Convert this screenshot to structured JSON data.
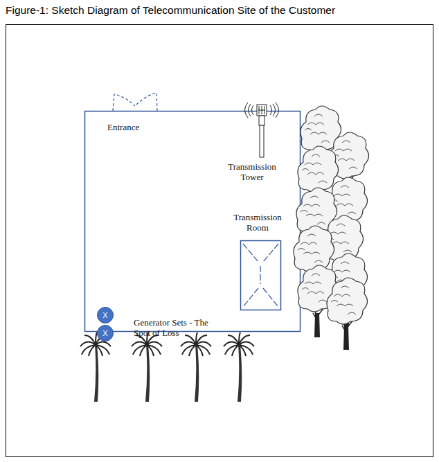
{
  "diagram": {
    "title": "Figure-1: Sketch Diagram of Telecommunication Site of the Customer",
    "nodes": [
      {
        "text": [
          "X"
        ]
      },
      {
        "text": [
          "X"
        ]
      }
    ],
    "labels": [
      "Entrance",
      "Transmission Tower",
      "Transmission Room",
      "Generator Sets - The Spot of Loss"
    ]
  }
}
